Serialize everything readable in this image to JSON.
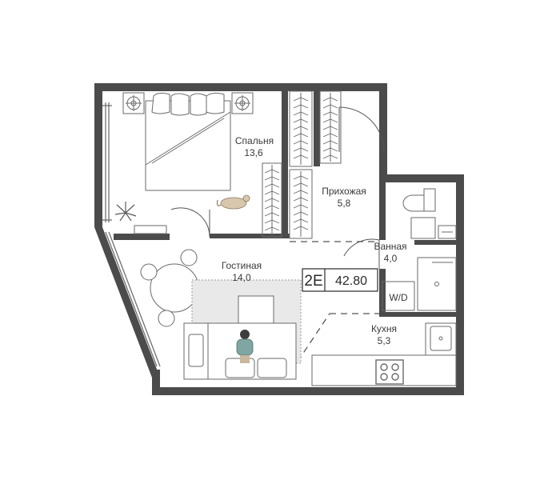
{
  "unit": {
    "type": "2E",
    "area": "42.80"
  },
  "rooms": {
    "bedroom": {
      "name": "Спальня",
      "area": "13,6"
    },
    "hallway": {
      "name": "Прихожая",
      "area": "5,8"
    },
    "bathroom": {
      "name": "Ванная",
      "area": "4,0"
    },
    "living": {
      "name": "Гостиная",
      "area": "14,0"
    },
    "kitchen": {
      "name": "Кухня",
      "area": "5,3"
    }
  },
  "appliance": {
    "washer_dryer": "W/D"
  },
  "colors": {
    "wall": "#4b4b4b",
    "line": "#555555",
    "furniture": "#6a6a6a",
    "figure": "#c9b79f"
  }
}
